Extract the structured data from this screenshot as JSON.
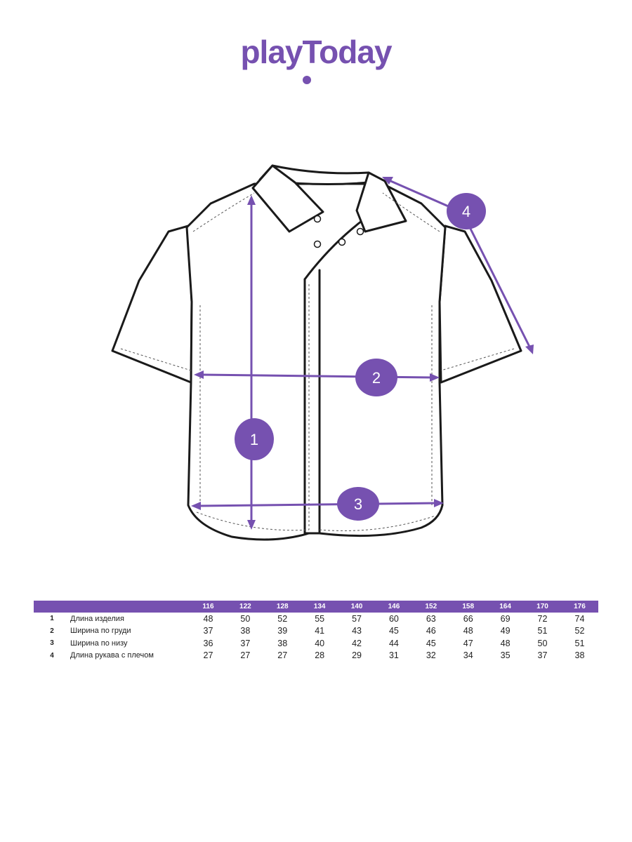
{
  "brand": {
    "name": "playToday",
    "accent": "#7651b0"
  },
  "markers": [
    "1",
    "2",
    "3",
    "4"
  ],
  "table": {
    "sizes": [
      "116",
      "122",
      "128",
      "134",
      "140",
      "146",
      "152",
      "158",
      "164",
      "170",
      "176"
    ],
    "rows": [
      {
        "num": "1",
        "name": "Длина изделия",
        "values": [
          "48",
          "50",
          "52",
          "55",
          "57",
          "60",
          "63",
          "66",
          "69",
          "72",
          "74"
        ]
      },
      {
        "num": "2",
        "name": "Ширина по груди",
        "values": [
          "37",
          "38",
          "39",
          "41",
          "43",
          "45",
          "46",
          "48",
          "49",
          "51",
          "52"
        ]
      },
      {
        "num": "3",
        "name": "Ширина по низу",
        "values": [
          "36",
          "37",
          "38",
          "40",
          "42",
          "44",
          "45",
          "47",
          "48",
          "50",
          "51"
        ]
      },
      {
        "num": "4",
        "name": "Длина рукава с плечом",
        "values": [
          "27",
          "27",
          "27",
          "28",
          "29",
          "31",
          "32",
          "34",
          "35",
          "37",
          "38"
        ]
      }
    ]
  }
}
